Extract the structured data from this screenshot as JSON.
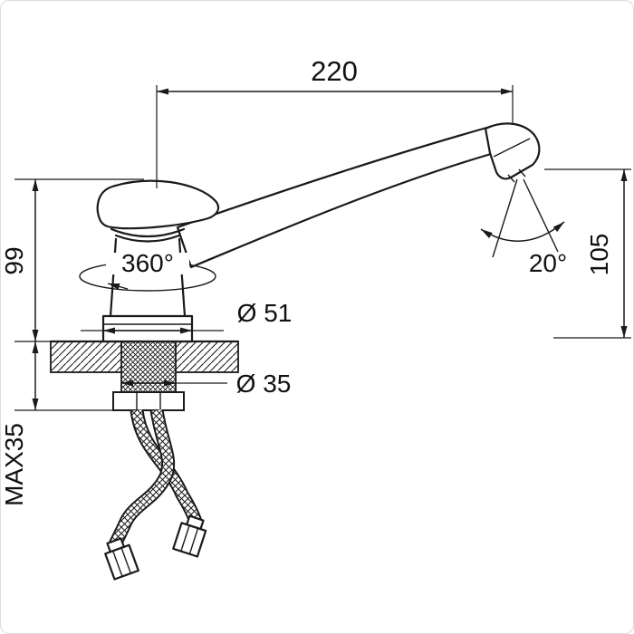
{
  "drawing": {
    "title": "faucet-technical-drawing",
    "labels": {
      "spout_reach": "220",
      "body_height": "99",
      "outlet_height": "105",
      "swivel": "360°",
      "outlet_angle": "20°",
      "base_diameter": "Ø 51",
      "thread_diameter": "Ø 35",
      "max_mounting_thickness": "MAX35"
    },
    "colors": {
      "line": "#1a1a1a",
      "background": "#ffffff"
    }
  }
}
